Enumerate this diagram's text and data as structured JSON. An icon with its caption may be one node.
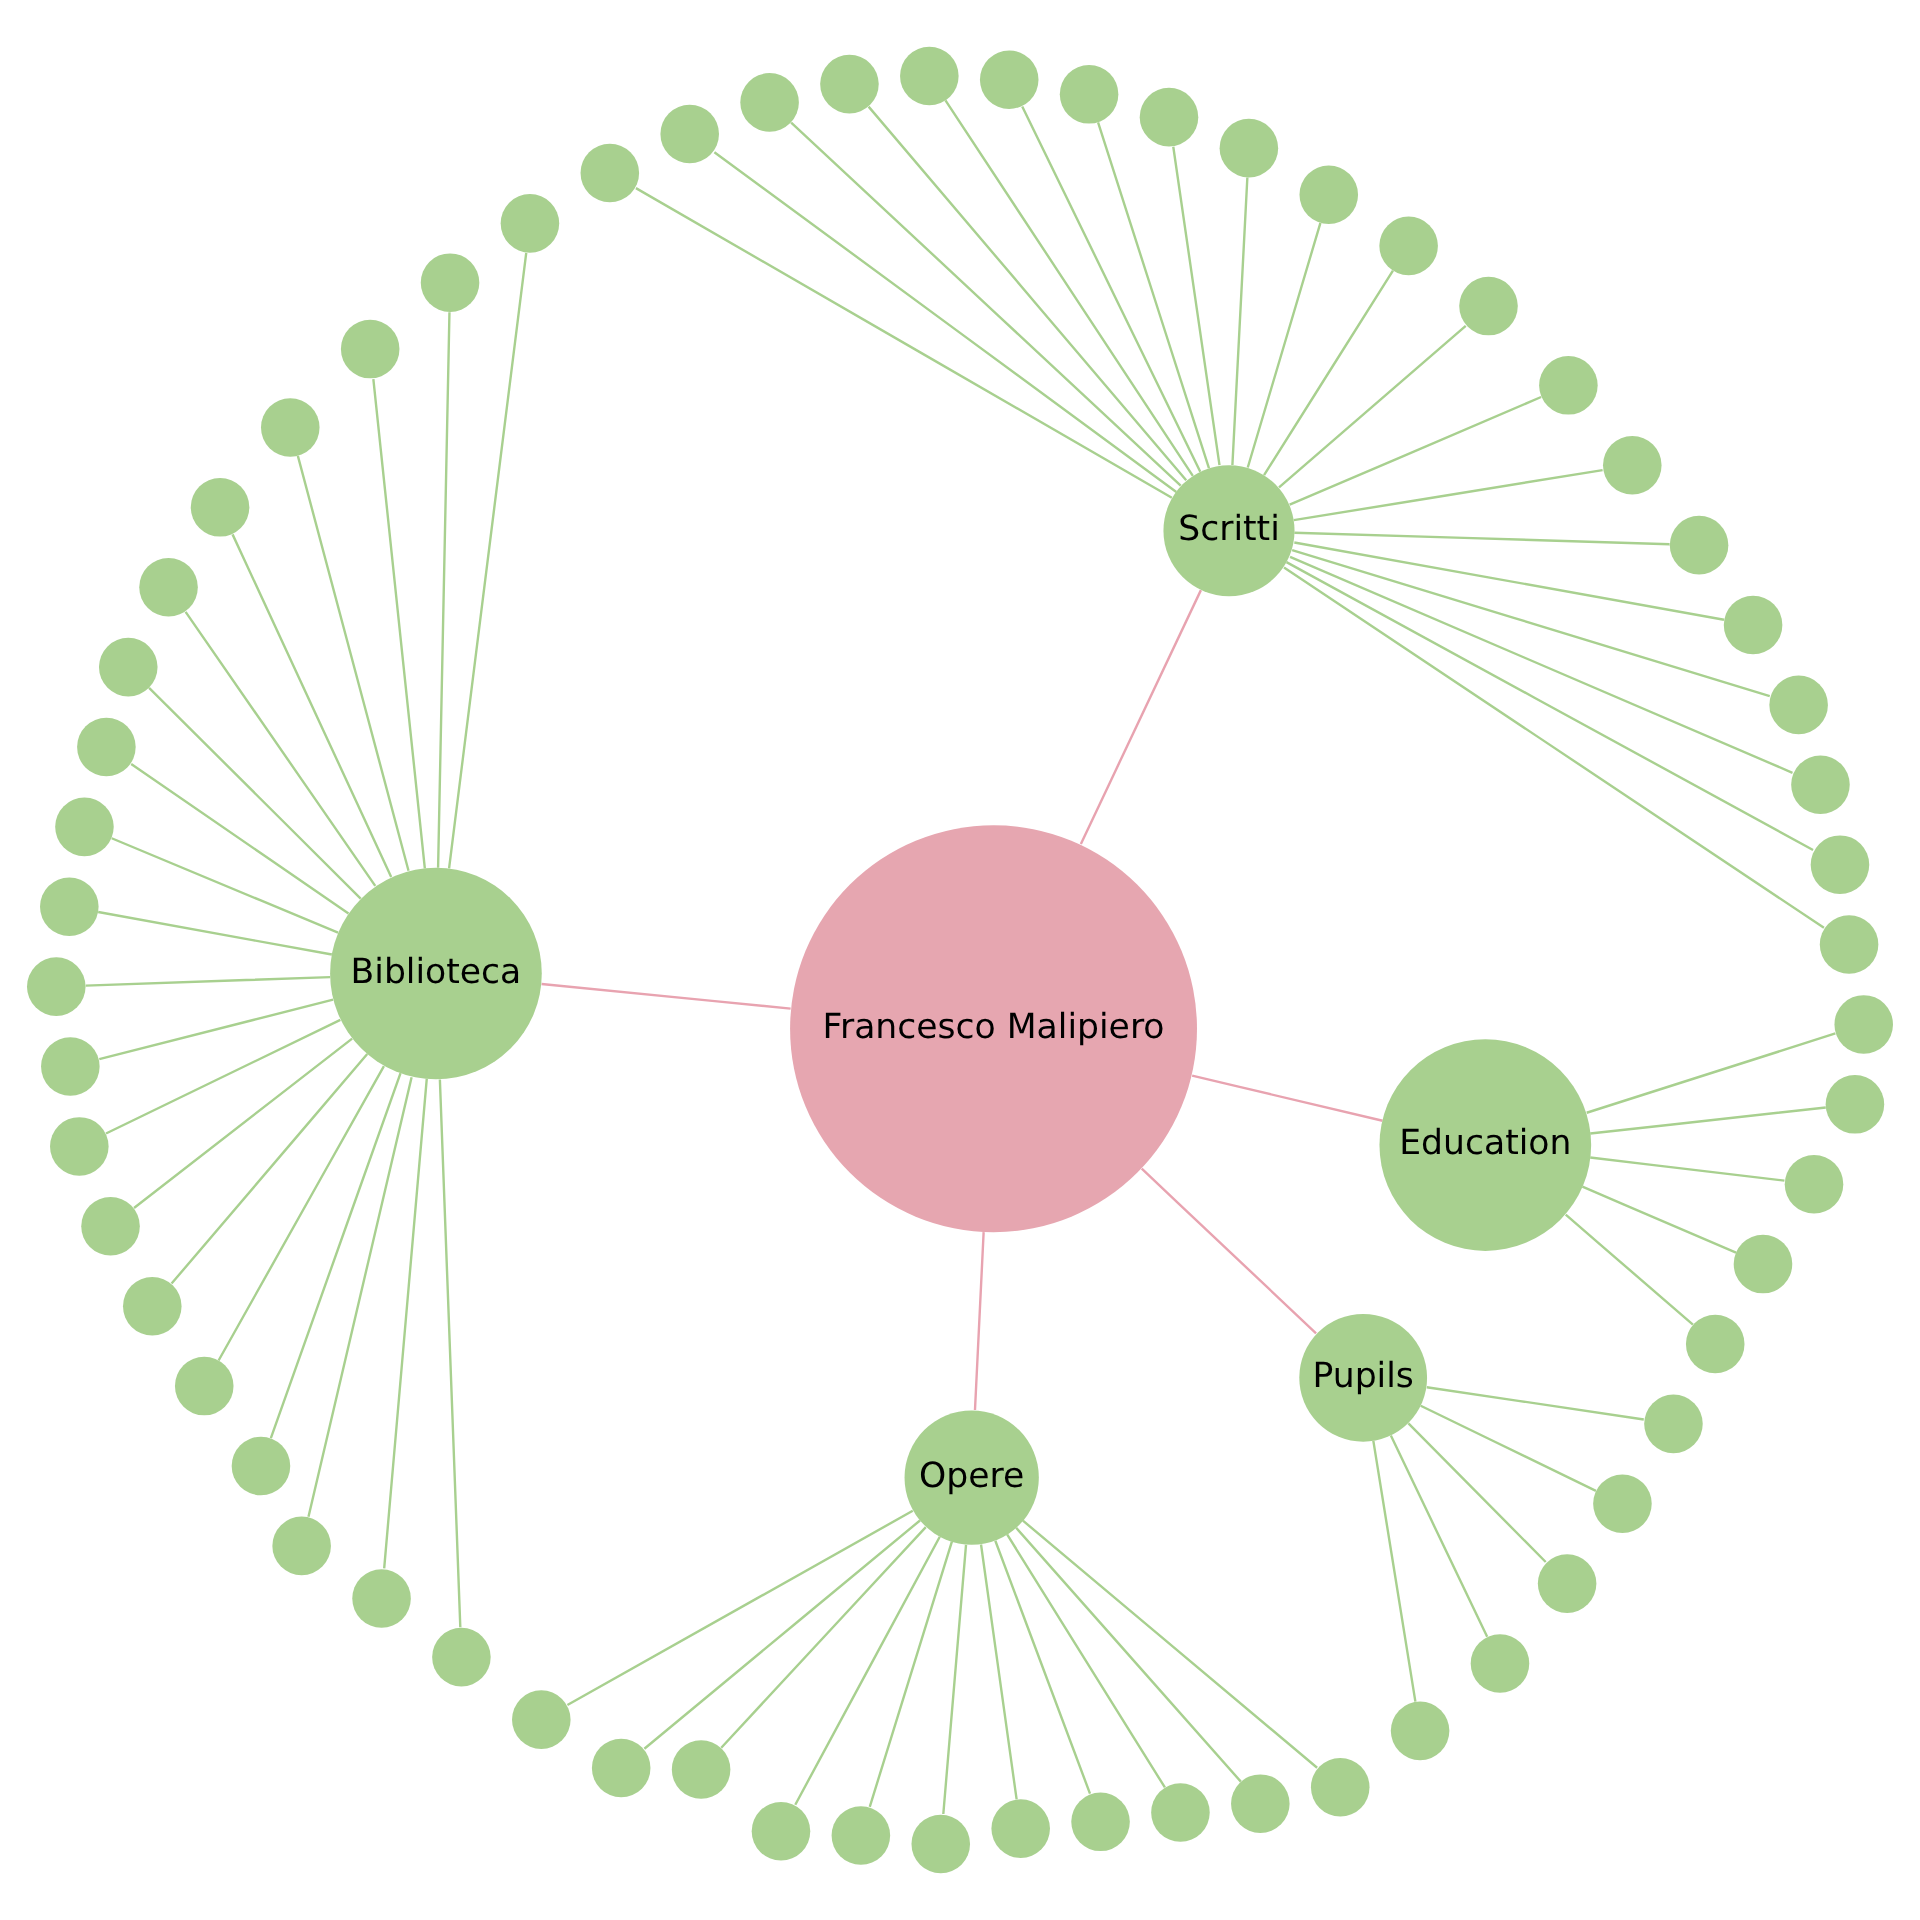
{
  "diagram": {
    "nodes": [
      {
        "text": [
          "Francesco Malipiero"
        ]
      },
      {
        "text": [
          "Scritti"
        ]
      },
      {
        "text": [
          "Biblioteca"
        ]
      },
      {
        "text": [
          "Opere"
        ]
      },
      {
        "text": [
          "Pupils"
        ]
      },
      {
        "text": [
          "Education"
        ]
      },
      {
        "text": [],
        "shape": "circle"
      },
      {
        "text": [],
        "shape": "circle"
      },
      {
        "text": [],
        "shape": "circle"
      },
      {
        "text": [],
        "shape": "circle"
      },
      {
        "text": [],
        "shape": "circle"
      },
      {
        "text": [],
        "shape": "circle"
      },
      {
        "text": [],
        "shape": "circle"
      },
      {
        "text": [],
        "shape": "circle"
      },
      {
        "text": [],
        "shape": "circle"
      },
      {
        "text": [],
        "shape": "circle"
      },
      {
        "text": [],
        "shape": "circle"
      },
      {
        "text": [],
        "shape": "circle"
      },
      {
        "text": [],
        "shape": "circle"
      },
      {
        "text": [],
        "shape": "circle"
      },
      {
        "text": [],
        "shape": "circle"
      },
      {
        "text": [],
        "shape": "circle"
      },
      {
        "text": [],
        "shape": "circle"
      },
      {
        "text": [],
        "shape": "circle"
      },
      {
        "text": [],
        "shape": "circle"
      },
      {
        "text": [],
        "shape": "circle"
      },
      {
        "text": [],
        "shape": "circle"
      },
      {
        "text": [],
        "shape": "circle"
      },
      {
        "text": [],
        "shape": "circle"
      },
      {
        "text": [],
        "shape": "circle"
      },
      {
        "text": [],
        "shape": "circle"
      },
      {
        "text": [],
        "shape": "circle"
      },
      {
        "text": [],
        "shape": "circle"
      },
      {
        "text": [],
        "shape": "circle"
      },
      {
        "text": [],
        "shape": "circle"
      },
      {
        "text": [],
        "shape": "circle"
      },
      {
        "text": [],
        "shape": "circle"
      },
      {
        "text": [],
        "shape": "circle"
      },
      {
        "text": [],
        "shape": "circle"
      },
      {
        "text": [],
        "shape": "circle"
      },
      {
        "text": [],
        "shape": "circle"
      },
      {
        "text": [],
        "shape": "circle"
      },
      {
        "text": [],
        "shape": "circle"
      },
      {
        "text": [],
        "shape": "circle"
      },
      {
        "text": [],
        "shape": "circle"
      },
      {
        "text": [],
        "shape": "circle"
      },
      {
        "text": [],
        "shape": "circle"
      },
      {
        "text": [],
        "shape": "circle"
      },
      {
        "text": [],
        "shape": "circle"
      },
      {
        "text": [],
        "shape": "circle"
      },
      {
        "text": [],
        "shape": "circle"
      },
      {
        "text": [],
        "shape": "circle"
      },
      {
        "text": [],
        "shape": "circle"
      },
      {
        "text": [],
        "shape": "circle"
      },
      {
        "text": [],
        "shape": "circle"
      },
      {
        "text": [],
        "shape": "circle"
      },
      {
        "text": [],
        "shape": "circle"
      },
      {
        "text": [],
        "shape": "circle"
      },
      {
        "text": [],
        "shape": "circle"
      },
      {
        "text": [],
        "shape": "circle"
      },
      {
        "text": [],
        "shape": "circle"
      },
      {
        "text": [],
        "shape": "circle"
      },
      {
        "text": [],
        "shape": "circle"
      },
      {
        "text": [],
        "shape": "circle"
      },
      {
        "text": [],
        "shape": "circle"
      },
      {
        "text": [],
        "shape": "circle"
      },
      {
        "text": [],
        "shape": "circle"
      }
    ],
    "edges": [
      {
        "from": 0,
        "to": 1,
        "arrow": "none",
        "color": "#e8a3b0"
      },
      {
        "from": 0,
        "to": 2,
        "arrow": "none",
        "color": "#e8a3b0"
      },
      {
        "from": 0,
        "to": 3,
        "arrow": "none",
        "color": "#e8a3b0"
      },
      {
        "from": 0,
        "to": 4,
        "arrow": "none",
        "color": "#e8a3b0"
      },
      {
        "from": 0,
        "to": 5,
        "arrow": "none",
        "color": "#e8a3b0"
      },
      {
        "from": 1,
        "to": 6,
        "arrow": "none"
      },
      {
        "from": 1,
        "to": 7,
        "arrow": "none"
      },
      {
        "from": 1,
        "to": 8,
        "arrow": "none"
      },
      {
        "from": 1,
        "to": 9,
        "arrow": "none"
      },
      {
        "from": 1,
        "to": 10,
        "arrow": "none"
      },
      {
        "from": 1,
        "to": 11,
        "arrow": "none"
      },
      {
        "from": 1,
        "to": 12,
        "arrow": "none"
      },
      {
        "from": 1,
        "to": 13,
        "arrow": "none"
      },
      {
        "from": 1,
        "to": 14,
        "arrow": "none"
      },
      {
        "from": 1,
        "to": 15,
        "arrow": "none"
      },
      {
        "from": 1,
        "to": 16,
        "arrow": "none"
      },
      {
        "from": 1,
        "to": 17,
        "arrow": "none"
      },
      {
        "from": 1,
        "to": 18,
        "arrow": "none"
      },
      {
        "from": 1,
        "to": 19,
        "arrow": "none"
      },
      {
        "from": 1,
        "to": 20,
        "arrow": "none"
      },
      {
        "from": 1,
        "to": 21,
        "arrow": "none"
      },
      {
        "from": 1,
        "to": 22,
        "arrow": "none"
      },
      {
        "from": 1,
        "to": 23,
        "arrow": "none"
      },
      {
        "from": 1,
        "to": 24,
        "arrow": "none"
      },
      {
        "from": 1,
        "to": 25,
        "arrow": "none"
      },
      {
        "from": 2,
        "to": 26,
        "arrow": "none"
      },
      {
        "from": 2,
        "to": 27,
        "arrow": "none"
      },
      {
        "from": 2,
        "to": 28,
        "arrow": "none"
      },
      {
        "from": 2,
        "to": 29,
        "arrow": "none"
      },
      {
        "from": 2,
        "to": 30,
        "arrow": "none"
      },
      {
        "from": 2,
        "to": 31,
        "arrow": "none"
      },
      {
        "from": 2,
        "to": 32,
        "arrow": "none"
      },
      {
        "from": 2,
        "to": 33,
        "arrow": "none"
      },
      {
        "from": 2,
        "to": 34,
        "arrow": "none"
      },
      {
        "from": 2,
        "to": 35,
        "arrow": "none"
      },
      {
        "from": 2,
        "to": 36,
        "arrow": "none"
      },
      {
        "from": 2,
        "to": 37,
        "arrow": "none"
      },
      {
        "from": 2,
        "to": 38,
        "arrow": "none"
      },
      {
        "from": 2,
        "to": 39,
        "arrow": "none"
      },
      {
        "from": 2,
        "to": 40,
        "arrow": "none"
      },
      {
        "from": 2,
        "to": 41,
        "arrow": "none"
      },
      {
        "from": 2,
        "to": 42,
        "arrow": "none"
      },
      {
        "from": 2,
        "to": 43,
        "arrow": "none"
      },
      {
        "from": 2,
        "to": 44,
        "arrow": "none"
      },
      {
        "from": 2,
        "to": 45,
        "arrow": "none"
      },
      {
        "from": 3,
        "to": 46,
        "arrow": "none"
      },
      {
        "from": 3,
        "to": 47,
        "arrow": "none"
      },
      {
        "from": 3,
        "to": 48,
        "arrow": "none"
      },
      {
        "from": 3,
        "to": 49,
        "arrow": "none"
      },
      {
        "from": 3,
        "to": 50,
        "arrow": "none"
      },
      {
        "from": 3,
        "to": 51,
        "arrow": "none"
      },
      {
        "from": 3,
        "to": 52,
        "arrow": "none"
      },
      {
        "from": 3,
        "to": 53,
        "arrow": "none"
      },
      {
        "from": 3,
        "to": 54,
        "arrow": "none"
      },
      {
        "from": 3,
        "to": 55,
        "arrow": "none"
      },
      {
        "from": 3,
        "to": 56,
        "arrow": "none"
      },
      {
        "from": 4,
        "to": 57,
        "arrow": "none"
      },
      {
        "from": 4,
        "to": 58,
        "arrow": "none"
      },
      {
        "from": 4,
        "to": 59,
        "arrow": "none"
      },
      {
        "from": 4,
        "to": 60,
        "arrow": "none"
      },
      {
        "from": 4,
        "to": 61,
        "arrow": "none"
      },
      {
        "from": 5,
        "to": 62,
        "arrow": "none"
      },
      {
        "from": 5,
        "to": 63,
        "arrow": "none"
      },
      {
        "from": 5,
        "to": 64,
        "arrow": "none"
      },
      {
        "from": 5,
        "to": 65,
        "arrow": "none"
      },
      {
        "from": 5,
        "to": 66,
        "arrow": "none"
      }
    ]
  }
}
